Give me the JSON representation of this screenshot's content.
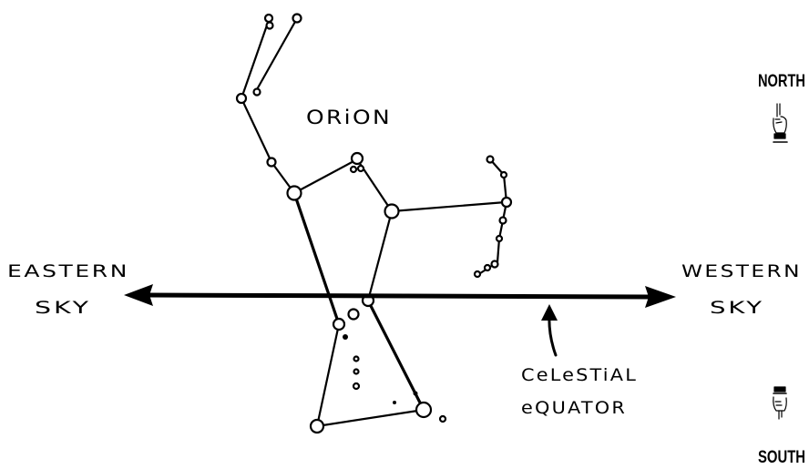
{
  "diagram": {
    "constellation_label": "ORiON",
    "east_label_line1": "EASTERN",
    "east_label_line2": "SKY",
    "west_label_line1": "WESTERN",
    "west_label_line2": "SKY",
    "equator_label_line1": "CeLeSTiAL",
    "equator_label_line2": "eQUATOR",
    "north_label": "NORTH",
    "south_label": "SOUTH",
    "north_icon": "pointing-hand-up-icon",
    "south_icon": "pointing-hand-down-icon",
    "ink_color": "#000000"
  }
}
